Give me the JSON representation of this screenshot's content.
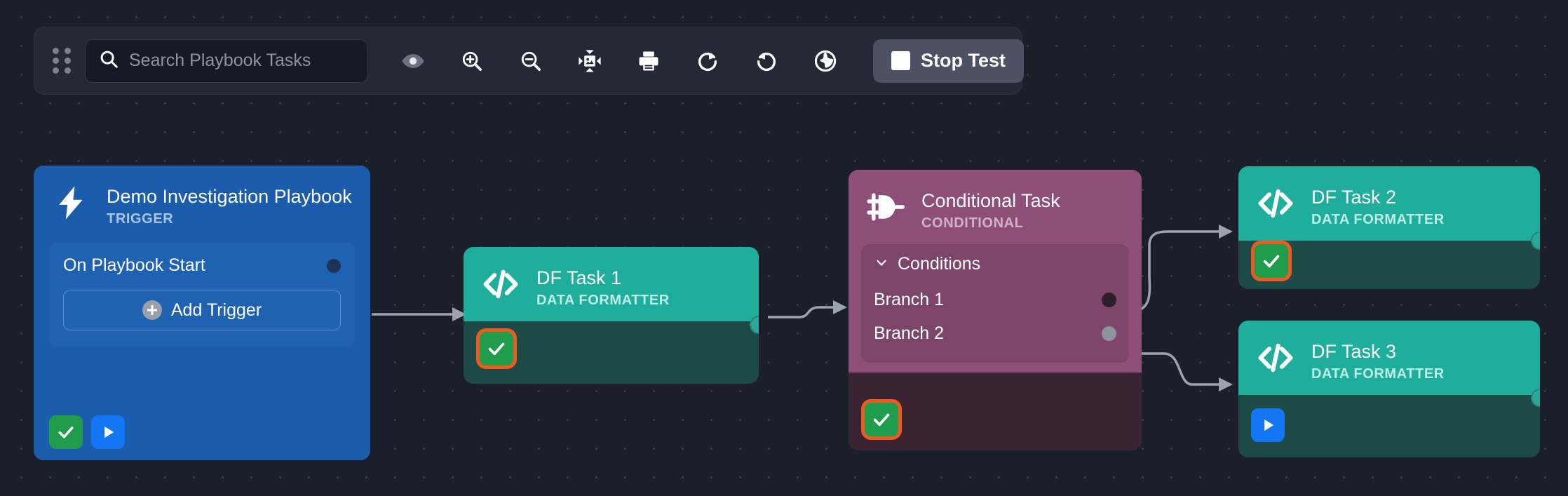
{
  "toolbar": {
    "drag_handle_icon": "drag-dots-icon",
    "search": {
      "icon": "search-icon",
      "value": "",
      "placeholder": "Search Playbook Tasks"
    },
    "tools": [
      {
        "name": "eye-icon",
        "label": "Toggle Visibility"
      },
      {
        "name": "zoom-in-icon",
        "label": "Zoom In"
      },
      {
        "name": "zoom-out-icon",
        "label": "Zoom Out"
      },
      {
        "name": "fit-screen-icon",
        "label": "Fit To Screen"
      },
      {
        "name": "print-icon",
        "label": "Print"
      },
      {
        "name": "redo-icon",
        "label": "Redo"
      },
      {
        "name": "undo-icon",
        "label": "Undo"
      },
      {
        "name": "globe-icon",
        "label": "Globe"
      }
    ],
    "stop_test": {
      "label": "Stop Test",
      "icon": "stop-square-icon"
    }
  },
  "nodes": {
    "trigger": {
      "icon": "lightning-bolt-icon",
      "title": "Demo Investigation Playbook",
      "subtitle": "TRIGGER",
      "row_label": "On Playbook Start",
      "add_trigger_label": "Add Trigger",
      "add_trigger_icon": "plus-circle-icon",
      "status_chips": [
        {
          "name": "check-chip",
          "icon": "check-icon",
          "color": "#1f9d4d",
          "highlighted": false
        },
        {
          "name": "run-chip",
          "icon": "play-icon",
          "color": "#1476f2",
          "highlighted": false
        }
      ],
      "color": "#1b5cad"
    },
    "df1": {
      "icon": "code-brackets-icon",
      "title": "DF Task 1",
      "subtitle": "DATA FORMATTER",
      "status_chips": [
        {
          "name": "check-chip",
          "icon": "check-icon",
          "color": "#1f9d4d",
          "highlighted": true
        }
      ],
      "color": "#1fae9b"
    },
    "conditional": {
      "icon": "conditional-gate-icon",
      "title": "Conditional Task",
      "subtitle": "CONDITIONAL",
      "conditions_label": "Conditions",
      "conditions_chevron": "chevron-down-icon",
      "branches": [
        {
          "label": "Branch 1",
          "dot_color": "#2c1f29"
        },
        {
          "label": "Branch 2",
          "dot_color": "#8e939c"
        }
      ],
      "status_chips": [
        {
          "name": "check-chip",
          "icon": "check-icon",
          "color": "#1f9d4d",
          "highlighted": true
        }
      ],
      "color": "#8d4f77"
    },
    "df2": {
      "icon": "code-brackets-icon",
      "title": "DF Task 2",
      "subtitle": "DATA FORMATTER",
      "status_chips": [
        {
          "name": "check-chip",
          "icon": "check-icon",
          "color": "#1f9d4d",
          "highlighted": true
        }
      ],
      "color": "#1fae9b"
    },
    "df3": {
      "icon": "code-brackets-icon",
      "title": "DF Task 3",
      "subtitle": "DATA FORMATTER",
      "status_chips": [
        {
          "name": "run-chip",
          "icon": "play-icon",
          "color": "#1476f2",
          "highlighted": false
        }
      ],
      "color": "#1fae9b"
    }
  },
  "canvas": {
    "background_color": "#1b1f29",
    "grid_dot_color": "#4b4f58",
    "wire_color": "#9aa3af",
    "highlight_color": "#ef5b1f"
  }
}
